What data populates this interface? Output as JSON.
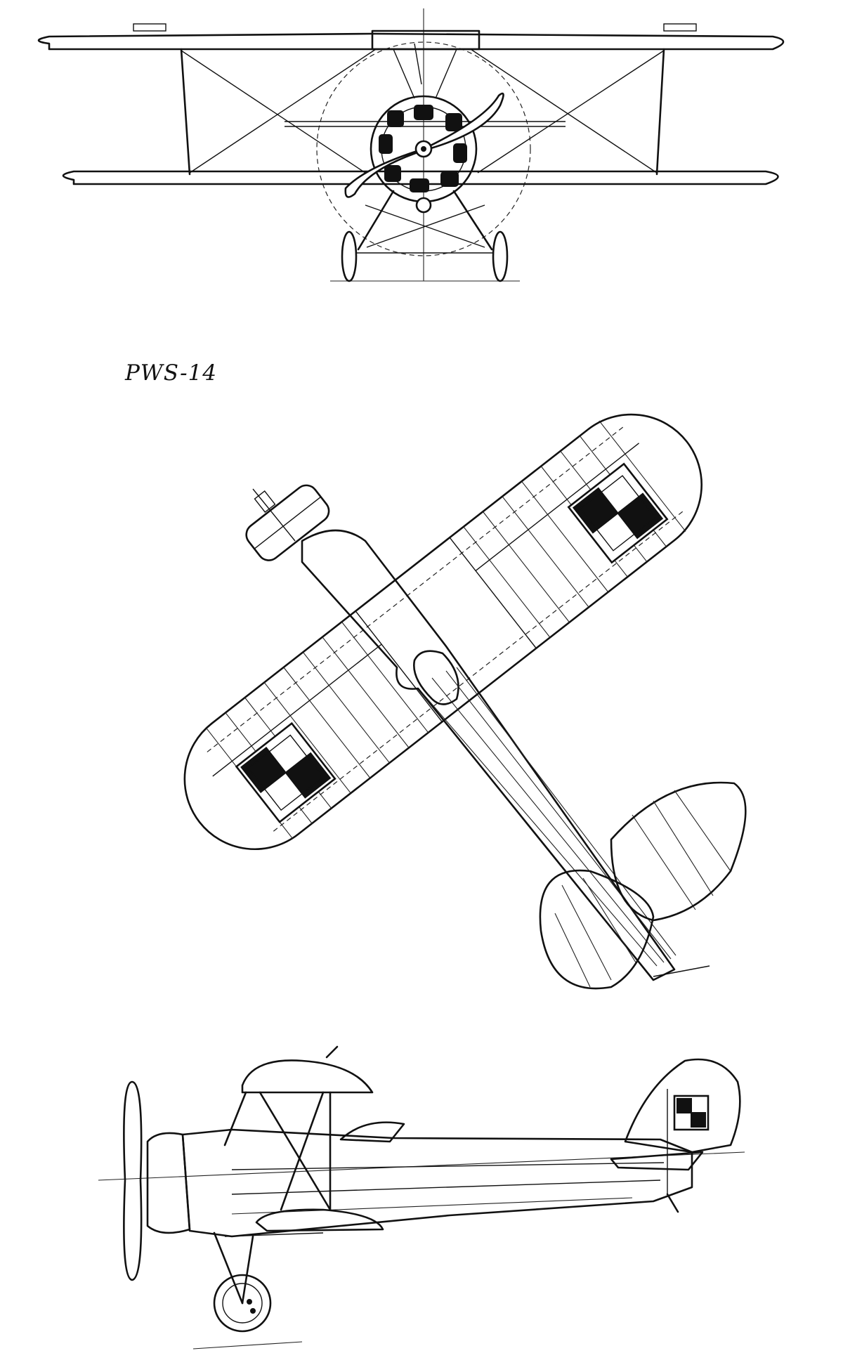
{
  "drawing": {
    "title": "PWS-14",
    "views": [
      "front-view",
      "top-view",
      "side-view"
    ],
    "colors": {
      "ink": "#111111",
      "paper": "#ffffff"
    },
    "insignia": "checkerboard"
  }
}
